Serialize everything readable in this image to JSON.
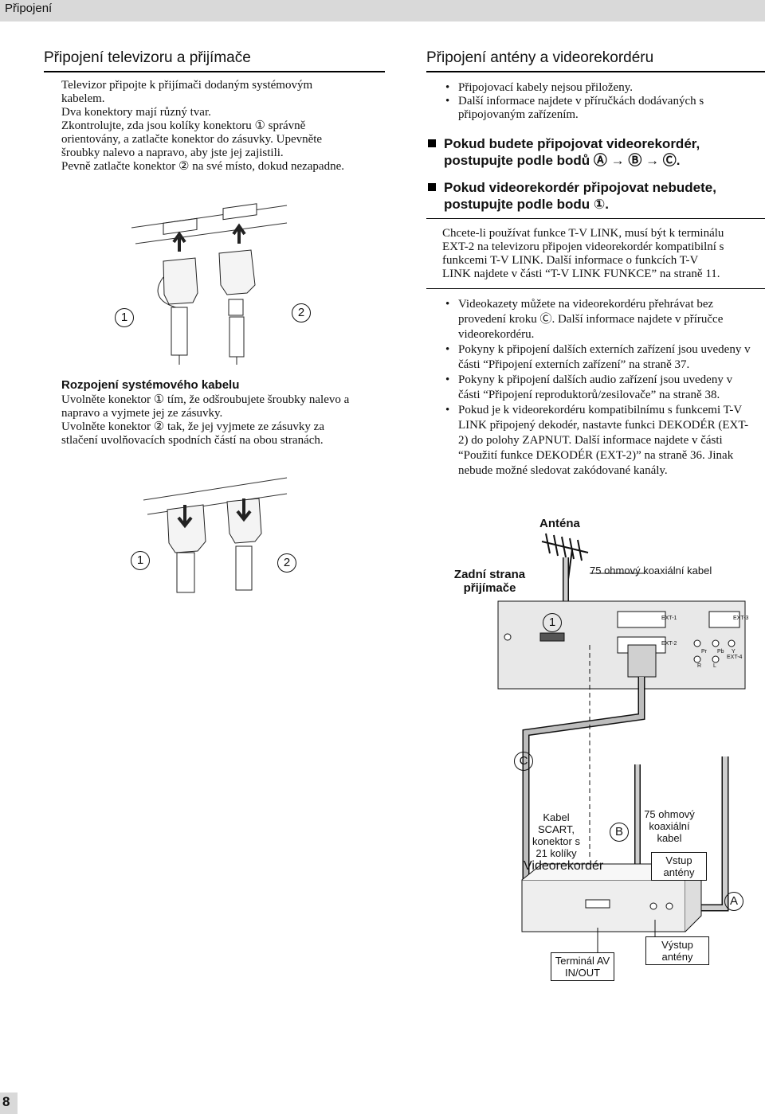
{
  "header": {
    "section": "Připojení"
  },
  "left": {
    "title": "Připojení televizoru a přijímače",
    "intro_lines": [
      "Televizor připojte k přijímači dodaným systémovým",
      "kabelem.",
      "Dva konektory mají různý tvar.",
      "Zkontrolujte, zda jsou kolíky konektoru ① správně",
      "orientovány, a zatlačte konektor do zásuvky. Upevněte",
      "šroubky nalevo a napravo, aby jste jej zajistili.",
      "Pevně zatlačte konektor ② na své místo, dokud nezapadne."
    ],
    "fig1": {
      "label_1": "1",
      "label_2": "2"
    },
    "disconnect_title": "Rozpojení systémového kabelu",
    "disconnect_lines": [
      "Uvolněte konektor ① tím, že odšroubujete šroubky nalevo a",
      "napravo a vyjmete jej ze zásuvky.",
      "Uvolněte konektor ② tak, že jej vyjmete ze zásuvky za",
      "stlačení uvolňovacích spodních částí na obou stranách."
    ],
    "fig2": {
      "label_1": "1",
      "label_2": "2"
    }
  },
  "right": {
    "title": "Připojení antény a videorekordéru",
    "notes": [
      "Připojovací kabely nejsou přiloženy.",
      "Další informace najdete v příručkách dodávaných s připojovaným zařízením."
    ],
    "heading_vcr": "Pokud budete připojovat videorekordér, postupujte podle bodů Ⓐ → Ⓑ → Ⓒ.",
    "heading_no_vcr": "Pokud videorekordér připojovat nebudete, postupujte podle bodu ①.",
    "tlink_lines": [
      "Chcete-li používat funkce T-V LINK, musí být k terminálu",
      "EXT-2 na televizoru připojen videorekordér kompatibilní s",
      "funkcemi T-V LINK. Další informace o funkcích T-V",
      "LINK najdete v části “T-V LINK FUNKCE” na straně 11."
    ],
    "bullets": [
      "Videokazety můžete na videorekordéru přehrávat bez provedení kroku Ⓒ. Další informace najdete v příručce videorekordéru.",
      "Pokyny k připojení dalších externích zařízení jsou uvedeny v části “Připojení externích zařízení” na straně 37.",
      "Pokyny k připojení dalších audio zařízení jsou uvedeny v části “Připojení reproduktorů/zesilovače” na straně 38.",
      "Pokud je k videorekordéru kompatibilnímu s funkcemi T-V LINK připojený dekodér, nastavte funkci DEKODÉR (EXT-2) do polohy ZAPNUT. Další informace najdete v části “Použití funkce DEKODÉR (EXT-2)” na straně 36. Jinak nebude možné sledovat zakódované kanály."
    ],
    "diagram": {
      "antenna": "Anténa",
      "rear_panel": "Zadní strana přijímače",
      "coax_top": "75 ohmový koaxiální kabel",
      "label_1": "1",
      "label_c": "C",
      "label_b": "B",
      "label_a": "A",
      "scart_cable": "Kabel SCART, konektor s 21 kolíky",
      "coax_bottom": "75 ohmový koaxiální kabel",
      "vcr": "Videorekordér",
      "antenna_in": "Vstup antény",
      "antenna_out": "Výstup antény",
      "av_terminal": "Terminál AV IN/OUT",
      "panel_labels": {
        "ext1": "EXT-1",
        "ext2": "EXT-2",
        "ext3": "EXT-3",
        "ext4": "EXT-4",
        "pr": "Pr",
        "pb": "Pb",
        "y": "Y",
        "r": "R",
        "l": "L"
      }
    }
  },
  "footer": {
    "page": "8"
  }
}
